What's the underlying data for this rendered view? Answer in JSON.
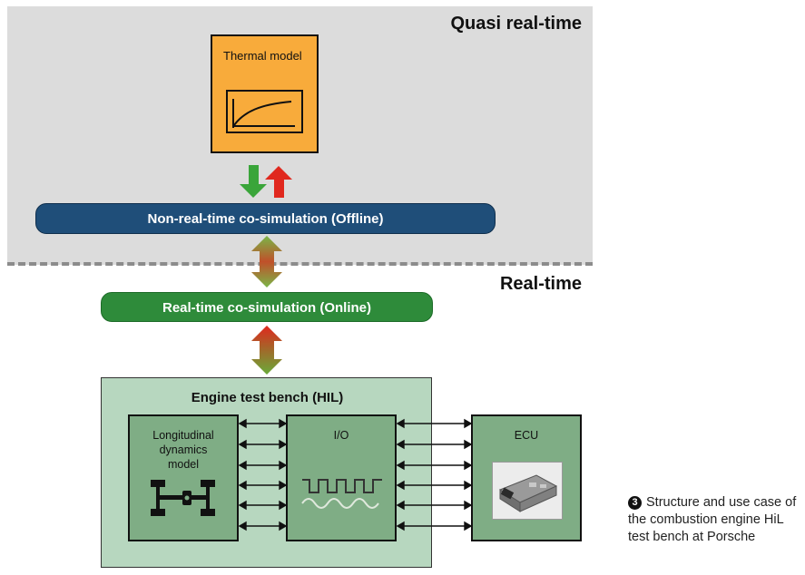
{
  "zones": {
    "quasi_label": "Quasi real-time",
    "realtime_label": "Real-time"
  },
  "thermal_model": {
    "label": "Thermal model"
  },
  "offline_cosim": {
    "label": "Non-real-time co-simulation (Offline)"
  },
  "online_cosim": {
    "label": "Real-time co-simulation (Online)"
  },
  "bench": {
    "title": "Engine test bench (HIL)",
    "modules": {
      "longitudinal": {
        "line1": "Longitudinal",
        "line2": "dynamics",
        "line3": "model"
      },
      "io": {
        "label": "I/O"
      },
      "ecu": {
        "label": "ECU"
      }
    }
  },
  "caption": {
    "number": "3",
    "text": "Structure and use case of the combustion engine HiL test bench at Porsche"
  },
  "colors": {
    "quasi_zone": "#dcdcdc",
    "thermal": "#f8ab3b",
    "offline": "#1f4e79",
    "online": "#2e8b3a",
    "bench": "#b7d7bf",
    "module": "#7fad85",
    "arrow_down": "#3aa53a",
    "arrow_up": "#e0281e"
  },
  "icons": {
    "drivetrain": "drivetrain-icon",
    "signal": "signal-wave-icon",
    "ecu_photo": "ecu-photo"
  }
}
